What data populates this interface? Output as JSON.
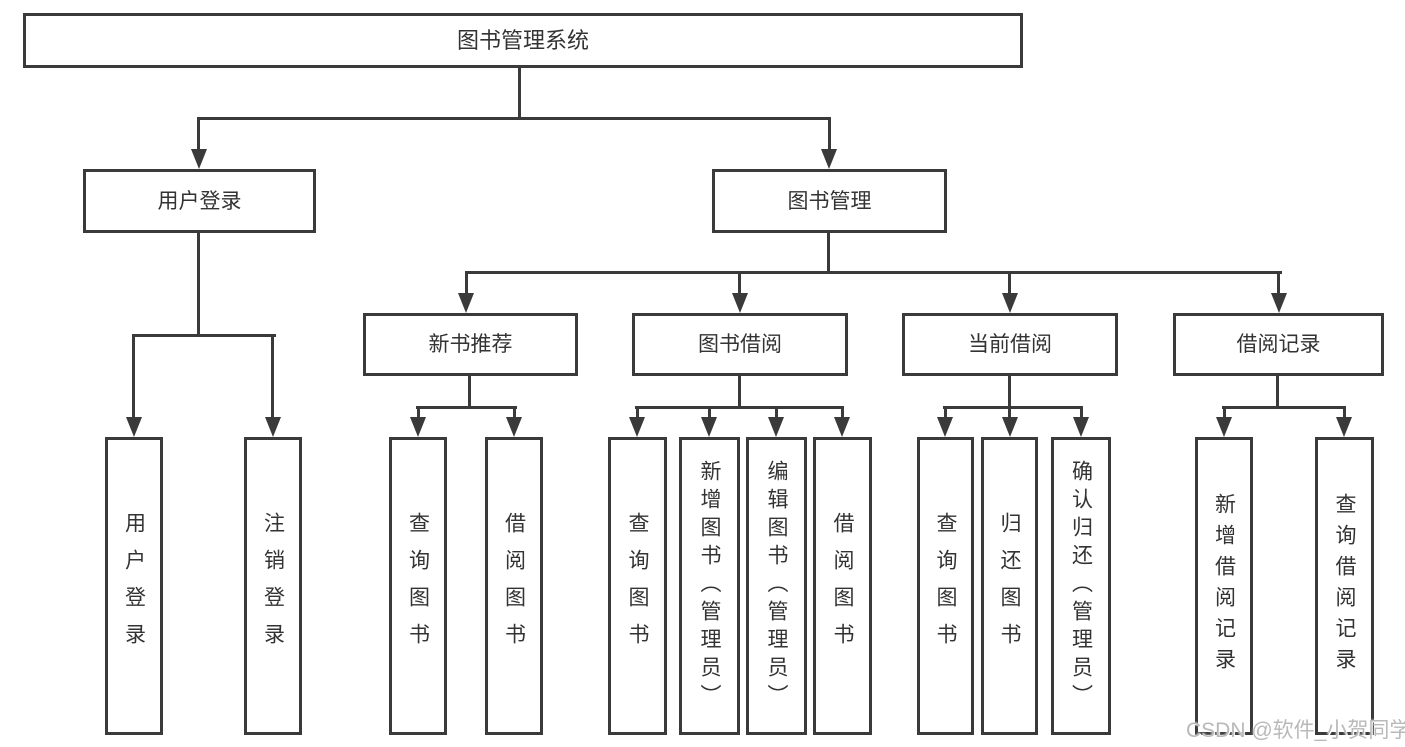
{
  "colors": {
    "line": "#3a3a3a",
    "text": "#333333",
    "background": "#ffffff",
    "watermark": "#b9b9b9"
  },
  "tree": {
    "root": "图书管理系统",
    "children": [
      {
        "label": "用户登录",
        "children": [
          "用户登录",
          "注销登录"
        ]
      },
      {
        "label": "图书管理",
        "children": [
          {
            "label": "新书推荐",
            "children": [
              "查询图书",
              "借阅图书"
            ]
          },
          {
            "label": "图书借阅",
            "children": [
              "查询图书",
              "新增图书（管理员）",
              "编辑图书（管理员）",
              "借阅图书"
            ]
          },
          {
            "label": "当前借阅",
            "children": [
              "查询图书",
              "归还图书",
              "确认归还（管理员）"
            ]
          },
          {
            "label": "借阅记录",
            "children": [
              "新增借阅记录",
              "查询借阅记录"
            ]
          }
        ]
      }
    ]
  },
  "watermark": {
    "text": "CSDN @软件_小贺同学"
  }
}
